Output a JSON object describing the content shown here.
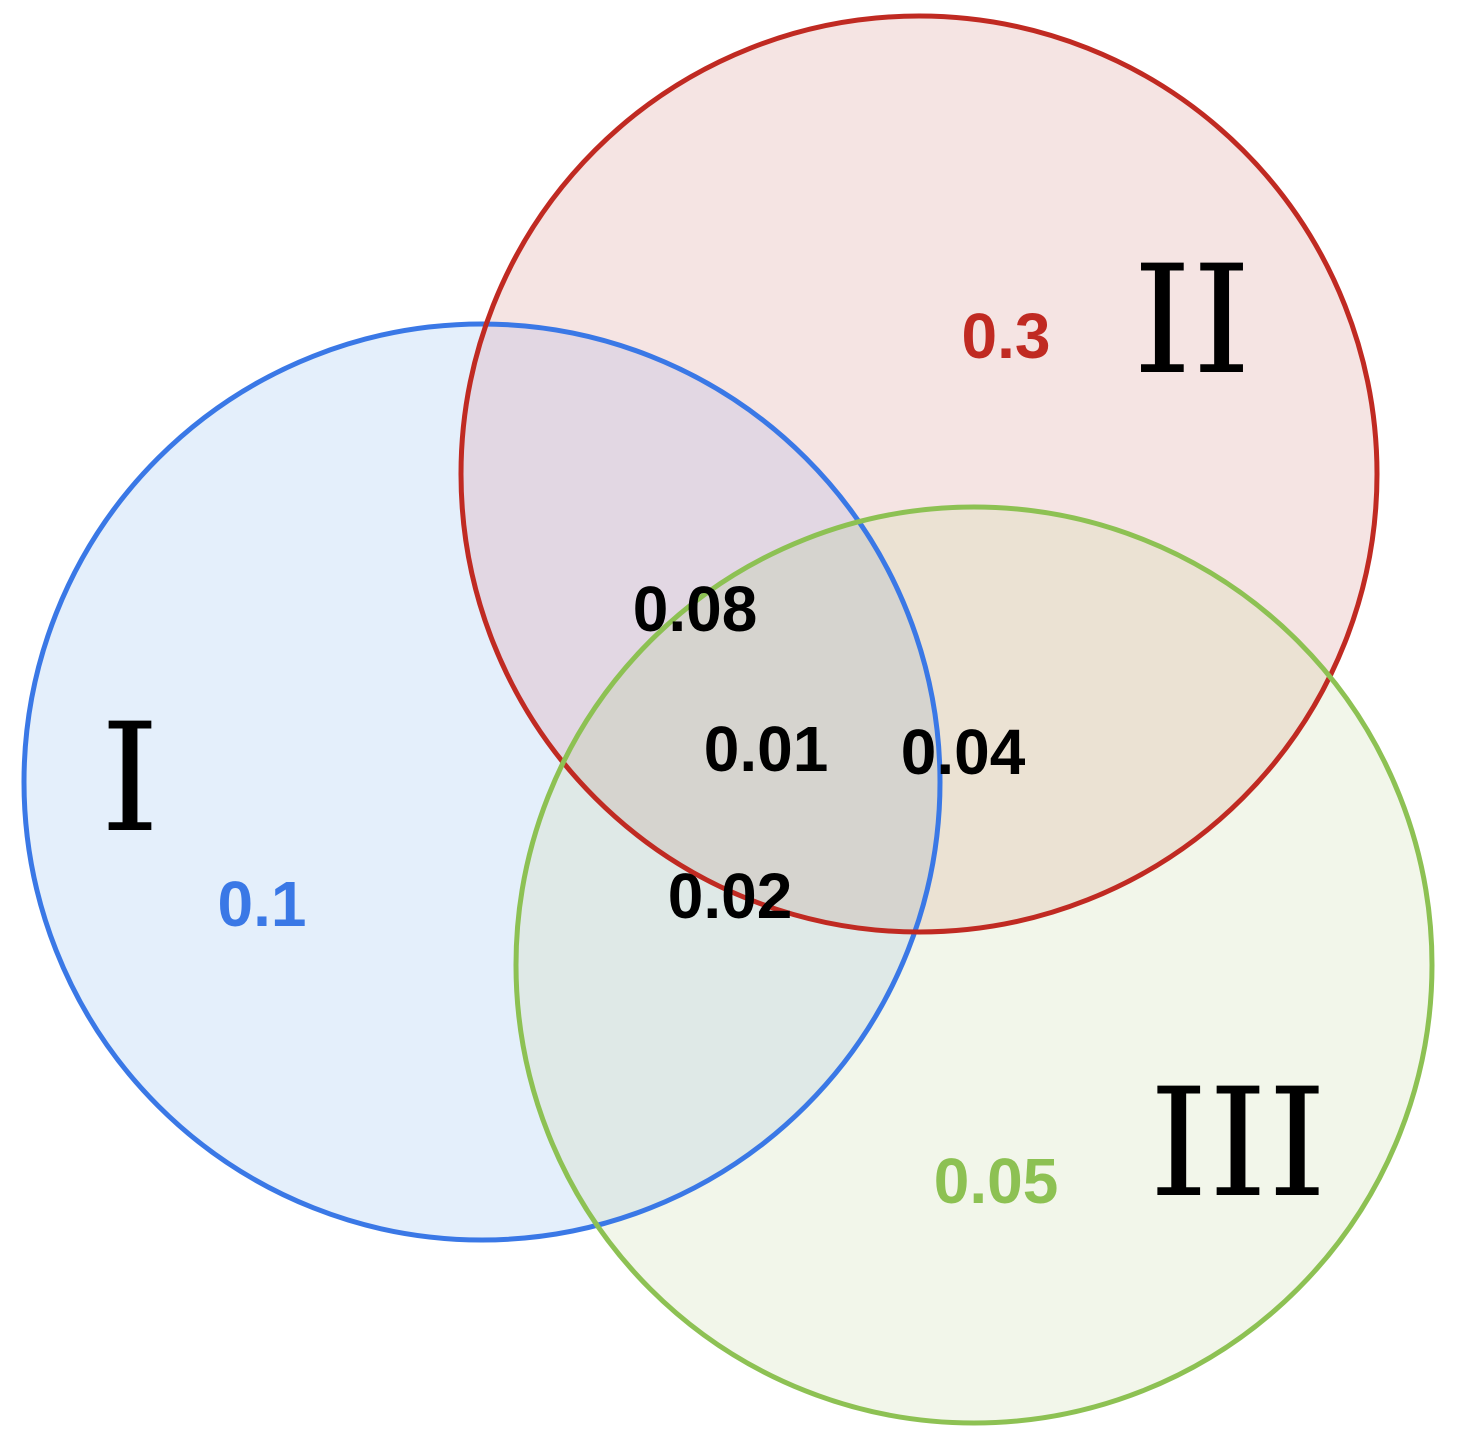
{
  "sets": [
    {
      "id": "I",
      "label": "I",
      "stroke": "#3a78e6",
      "fill": "#e4effb",
      "value": "0.1"
    },
    {
      "id": "II",
      "label": "II",
      "stroke": "#c02a22",
      "fill": "#f5e4e3",
      "value": "0.3"
    },
    {
      "id": "III",
      "label": "III",
      "stroke": "#8dc153",
      "fill": "#f2f6ea",
      "value": "0.05"
    }
  ],
  "intersections": {
    "I_II": "0.08",
    "I_II_III": "0.01",
    "II_III": "0.04",
    "I_III": "0.02"
  },
  "colors": {
    "I_II_fill": "#e2d7e3",
    "I_III_fill": "#dfe9e7",
    "II_III_fill": "#ebe2d3",
    "I_II_III_fill": "#d6d4cf"
  }
}
